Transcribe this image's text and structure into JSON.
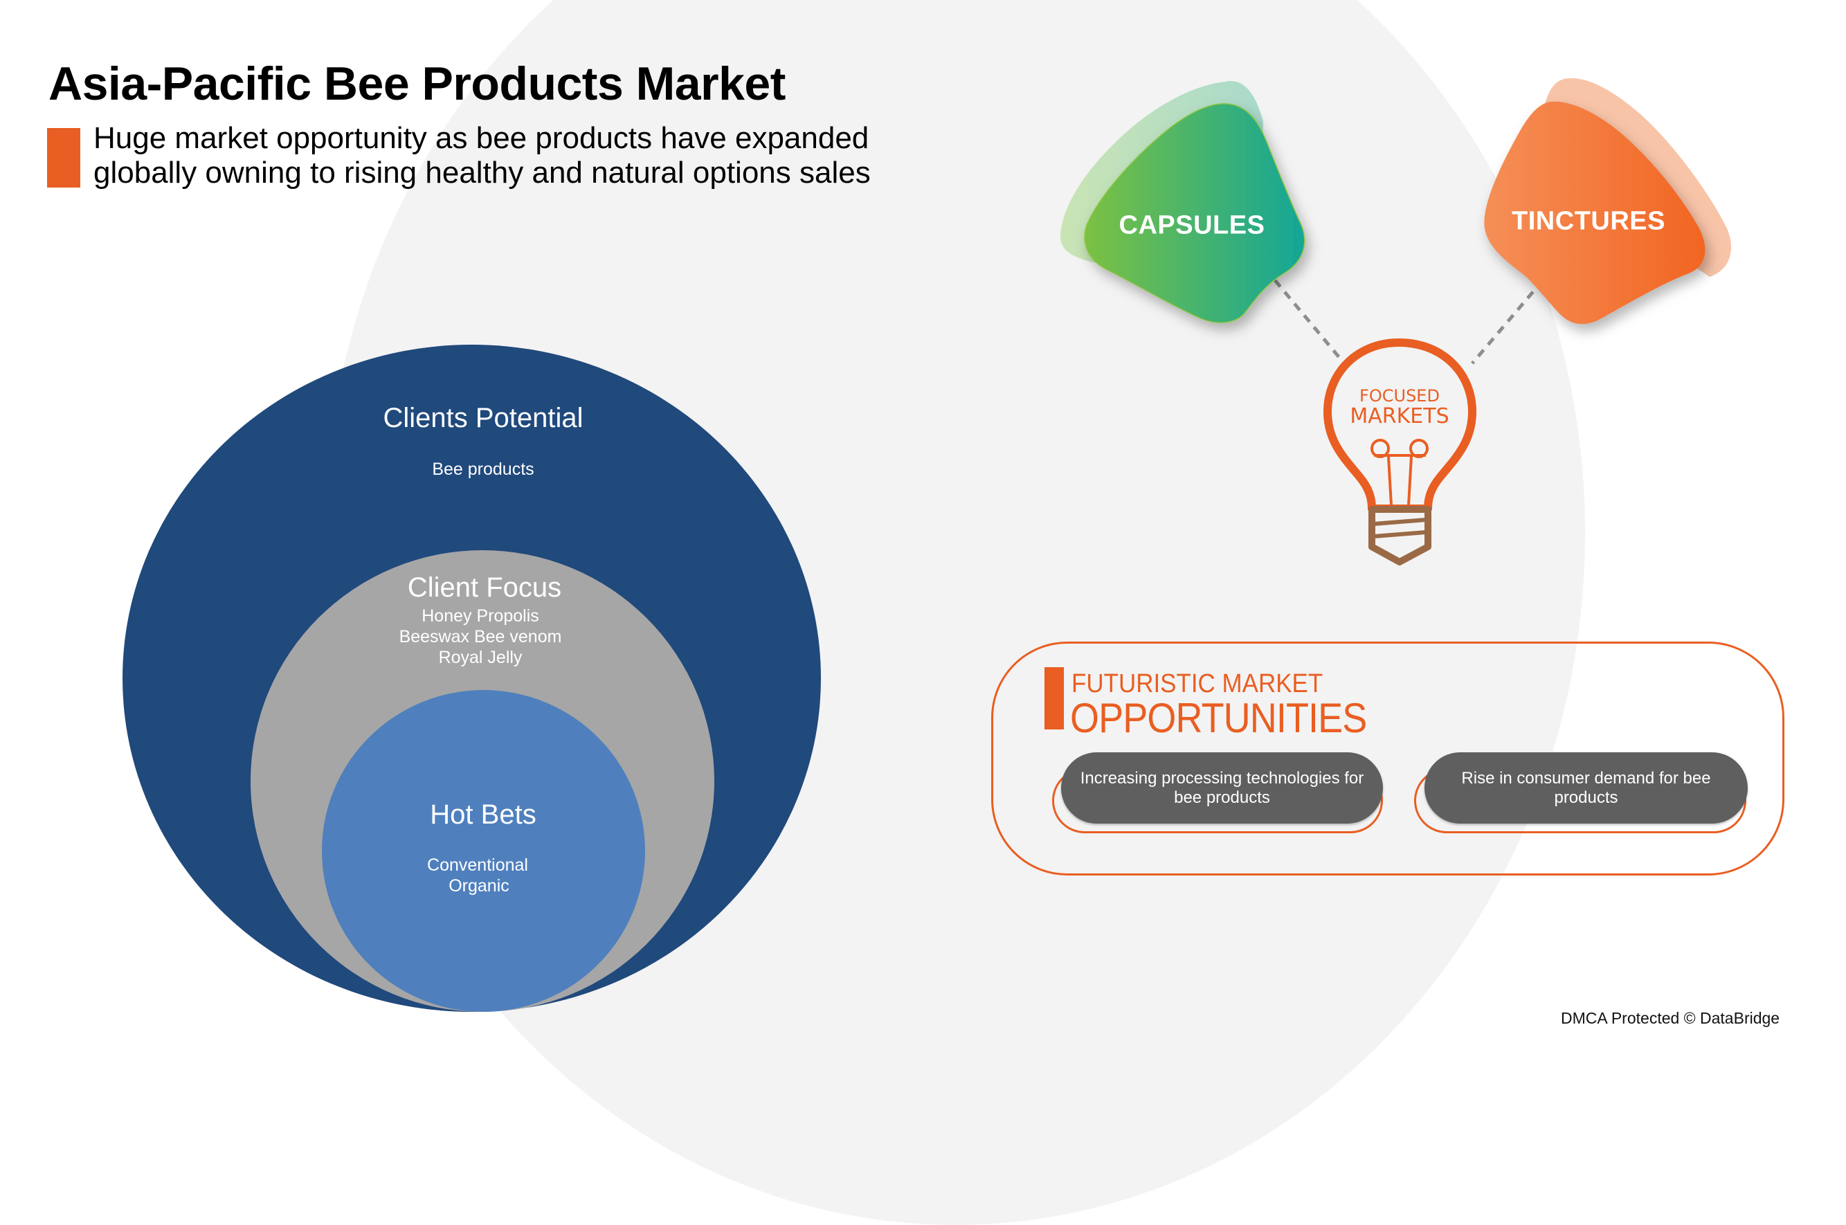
{
  "header": {
    "title": "Asia-Pacific Bee Products Market",
    "subtitle_lines": [
      "Huge market opportunity as bee products have expanded",
      "globally owning to rising healthy and natural options sales"
    ],
    "accent_color": "#e95e22"
  },
  "circles": {
    "outer": {
      "heading": "Clients Potential",
      "items": [
        "Bee products"
      ],
      "color": "#20497c"
    },
    "middle": {
      "heading": "Client Focus",
      "items": [
        "Honey Propolis",
        "Beeswax Bee venom",
        "Royal Jelly"
      ],
      "color": "#a6a6a6"
    },
    "inner": {
      "heading": "Hot Bets",
      "items": [
        "Conventional",
        "Organic"
      ],
      "color": "#4f80bd"
    }
  },
  "focused_markets": {
    "bulb_label_top": "FOCUSED",
    "bulb_label_bottom": "MARKETS",
    "segments": [
      {
        "label": "CAPSULES",
        "gradient": [
          "#7cc142",
          "#14a697"
        ]
      },
      {
        "label": "TINCTURES",
        "gradient": [
          "#f58f57",
          "#f26522"
        ]
      }
    ]
  },
  "opportunities": {
    "title_line1": "FUTURISTIC MARKET",
    "title_line2": "OPPORTUNITIES",
    "items": [
      "Increasing processing technologies for bee products",
      "Rise in consumer demand for bee products"
    ]
  },
  "footer": {
    "text": "DMCA Protected © DataBridge"
  }
}
